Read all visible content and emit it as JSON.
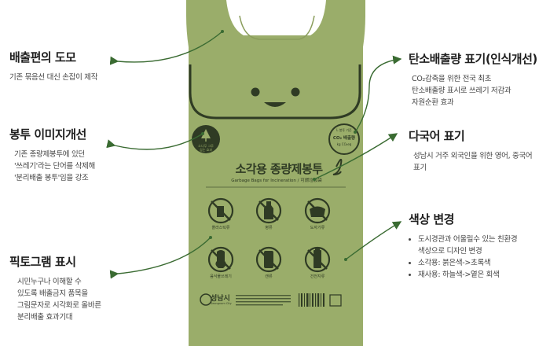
{
  "annotations": {
    "handle": {
      "title": "배출편의 도모",
      "desc": "기존 묶음선 대신 손잡이 제작"
    },
    "image": {
      "title": "봉투 이미지개선",
      "desc": "기존 종량제봉투에 있던\n'쓰레기'라는 단어를 삭제해\n'분리배출 봉투'임을 강조"
    },
    "pictogram": {
      "title": "픽토그램 표시",
      "desc": "시민누구나 이해할 수\n있도록 배출금지 품목을\n그림문자로 시각화로 올바른\n분리배출 효과기대"
    },
    "carbon": {
      "title": "탄소배출량 표기(인식개선)",
      "desc": "CO₂감축을 위한 전국 최초\n탄소배출량 표시로 쓰레기 저감과\n자원순환 효과"
    },
    "multilang": {
      "title": "다국어 표기",
      "desc": "성남시 거주 외국인을 위한 영어, 중국어\n표기"
    },
    "color": {
      "title": "색상 변경",
      "items": [
        "도시경관과 어울릴수 있는 친환경\n색상으로 디자인 변경",
        "소각용: 붉은색->초록색",
        "재사용: 하늘색->옅은 회색"
      ]
    }
  },
  "bag": {
    "title_ko": "소각용 종량제봉투",
    "subtitle_en": "Garbage Bags for Incineration / 可燃垃圾袋",
    "left_badge": "소나무 그루\n심는 효과",
    "right_badge_line1": "L 봉투 기준",
    "right_badge_line2": "CO₂ 배출량",
    "right_badge_line3": "kg CO₂eq",
    "pictograms": [
      {
        "icon": "spray-can-icon",
        "label": "플라스틱류"
      },
      {
        "icon": "bottle-icon",
        "label": "병류"
      },
      {
        "icon": "pot-icon",
        "label": "도자기류"
      },
      {
        "icon": "food-waste-icon",
        "label": "음식물쓰레기"
      },
      {
        "icon": "can-icon",
        "label": "캔류"
      },
      {
        "icon": "battery-icon",
        "label": "건전지류"
      }
    ],
    "city_name": "성남시",
    "city_name_en": "Seongnam City"
  },
  "colors": {
    "bag_fill": "#9aad6a",
    "bag_dark": "#3b4a2b",
    "line": "#3a6b32"
  }
}
